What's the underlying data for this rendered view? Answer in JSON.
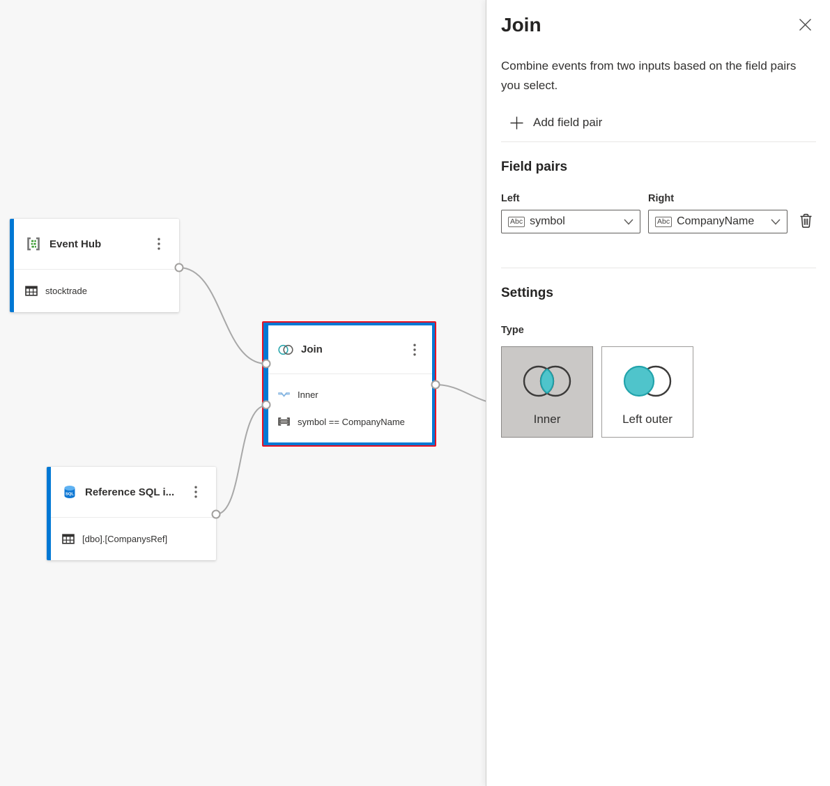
{
  "canvas": {
    "nodes": {
      "event_hub": {
        "title": "Event Hub",
        "table": "stocktrade"
      },
      "join": {
        "title": "Join",
        "join_type": "Inner",
        "condition": "symbol == CompanyName"
      },
      "reference_sql": {
        "title": "Reference SQL i...",
        "table": "[dbo].[CompanysRef]"
      }
    }
  },
  "panel": {
    "title": "Join",
    "description": "Combine events from two inputs based on the field pairs you select.",
    "add_field_pair_label": "Add field pair",
    "field_pairs": {
      "heading": "Field pairs",
      "left_label": "Left",
      "right_label": "Right",
      "left_value": "symbol",
      "right_value": "CompanyName",
      "type_badge": "Abc"
    },
    "settings": {
      "heading": "Settings",
      "type_label": "Type",
      "options": [
        {
          "label": "Inner",
          "selected": true
        },
        {
          "label": "Left outer",
          "selected": false
        }
      ]
    }
  },
  "icons": {
    "close": "x-icon",
    "add": "plus-icon",
    "delete": "trash-icon",
    "dropdown": "chevron-down-icon",
    "node_menu": "kebab-menu-icon",
    "event_hub": "event-hub-icon",
    "sql_reference": "sql-database-icon",
    "table": "table-icon",
    "join": "venn-diagram-icon"
  },
  "colors": {
    "accent_blue": "#0078d4",
    "selection_red": "#e81123",
    "join_teal": "#4fc4cb",
    "canvas_bg": "#f7f7f7"
  }
}
